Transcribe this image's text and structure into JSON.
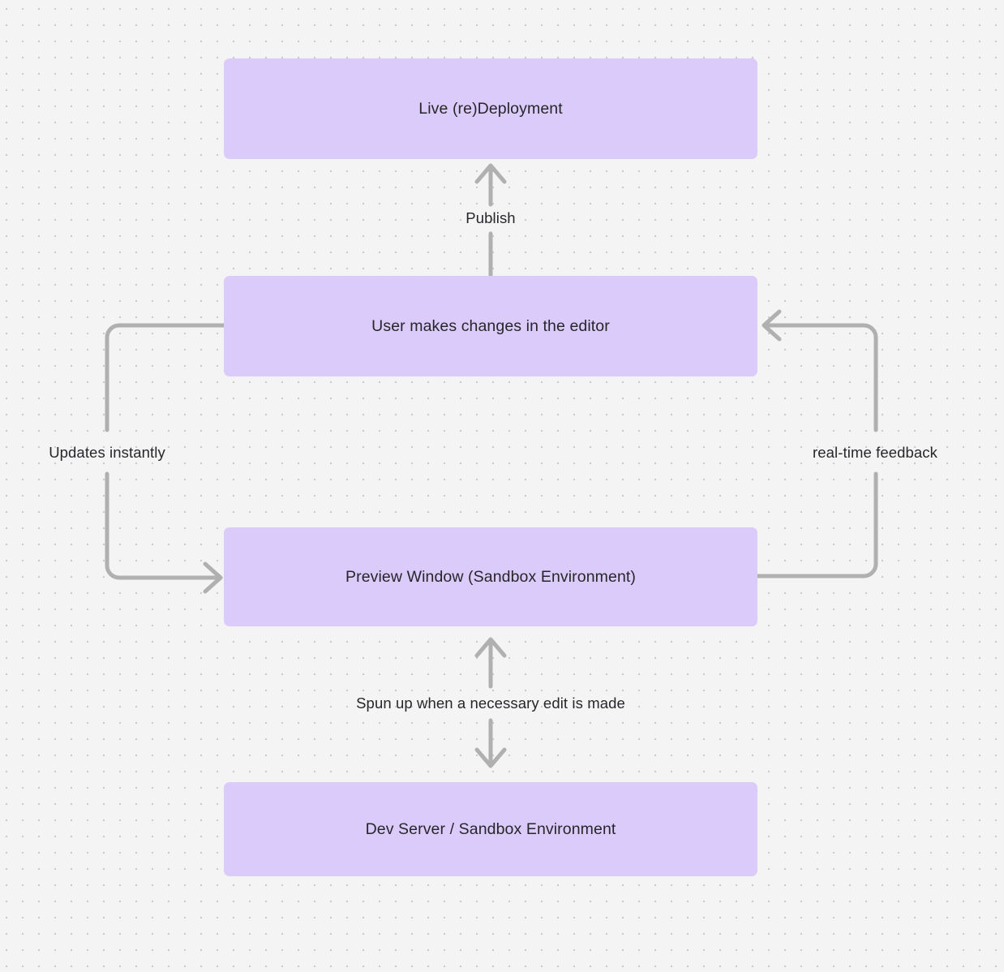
{
  "diagram": {
    "type": "flowchart",
    "background_color": "#f4f4f4",
    "dot_grid_color": "#c9c9c9",
    "node_fill_color": "#dbcbfa",
    "edge_stroke_color": "#b0b0b0",
    "text_color": "#27262b",
    "nodes": [
      {
        "id": "live-deployment",
        "label": "Live (re)Deployment"
      },
      {
        "id": "user-edits",
        "label": "User makes changes in the editor"
      },
      {
        "id": "preview-window",
        "label": "Preview Window (Sandbox Environment)"
      },
      {
        "id": "dev-server",
        "label": "Dev Server / Sandbox Environment"
      }
    ],
    "edges": [
      {
        "id": "publish",
        "label": "Publish",
        "from": "user-edits",
        "to": "live-deployment",
        "direction": "up"
      },
      {
        "id": "updates-instantly",
        "label": "Updates instantly",
        "from": "user-edits",
        "to": "preview-window",
        "direction": "left-loop"
      },
      {
        "id": "real-time-feedback",
        "label": "real-time feedback",
        "from": "preview-window",
        "to": "user-edits",
        "direction": "right-loop"
      },
      {
        "id": "spun-up",
        "label": "Spun up when a necessary edit is made",
        "from": "dev-server",
        "to": "preview-window",
        "direction": "bidirectional"
      }
    ]
  }
}
